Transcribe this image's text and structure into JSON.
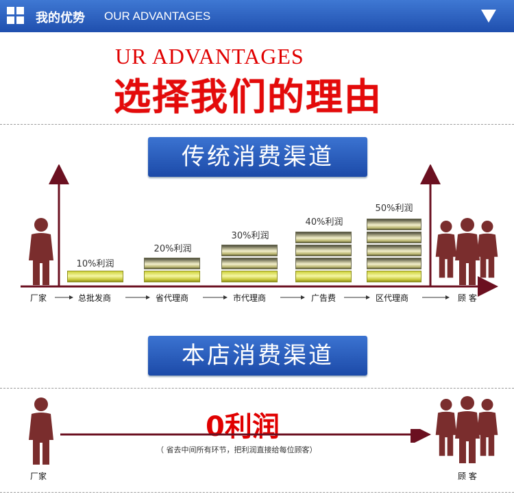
{
  "header": {
    "title_cn": "我的优势",
    "title_en": "OUR ADVANTAGES"
  },
  "hero": {
    "title_en": "UR ADVANTAGES",
    "title_cn": "选择我们的理由"
  },
  "traditional": {
    "banner": "传统消费渠道",
    "stages": [
      {
        "label": "厂家"
      },
      {
        "label": "总批发商",
        "profit": "10%利润",
        "level": 1
      },
      {
        "label": "省代理商",
        "profit": "20%利润",
        "level": 2
      },
      {
        "label": "市代理商",
        "profit": "30%利润",
        "level": 3
      },
      {
        "label": "广告费",
        "profit": "40%利润",
        "level": 4
      },
      {
        "label": "区代理商",
        "profit": "50%利润",
        "level": 5
      },
      {
        "label": "顾 客"
      }
    ]
  },
  "store": {
    "banner": "本店消费渠道",
    "zero_profit": "0利润",
    "note": "（ 省去中间所有环节，把利润直接给每位顾客）",
    "from": "厂家",
    "to": "顾 客"
  },
  "colors": {
    "accent": "#1f4fae",
    "red": "#e00000",
    "arrow": "#6b1020",
    "person": "#7a2d2d"
  }
}
